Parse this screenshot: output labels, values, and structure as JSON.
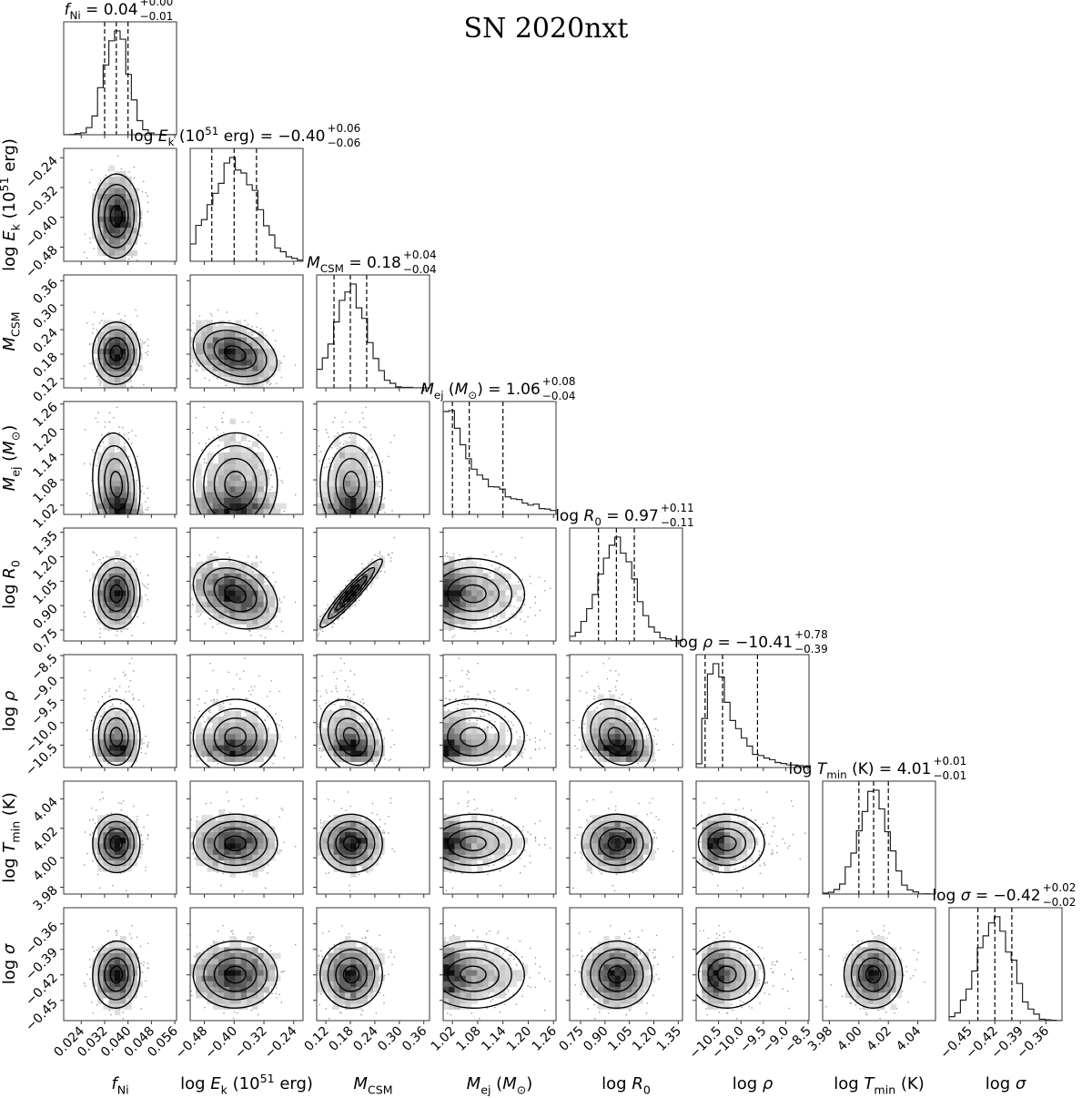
{
  "chart_data": {
    "type": "corner",
    "title": "SN 2020nxt",
    "contour_levels_sigma": [
      0.5,
      1,
      1.5,
      2
    ],
    "parameters": [
      {
        "key": "fNi",
        "label": [
          {
            "t": "f",
            "i": true
          },
          {
            "t": "Ni",
            "sub": true
          }
        ],
        "title_value": "0.04",
        "title_err_hi": "+0.00",
        "title_err_lo": "−0.01",
        "quantiles": [
          0.032,
          0.036,
          0.04
        ],
        "range": [
          0.018,
          0.0566
        ],
        "ticks": [
          0.024,
          0.032,
          0.04,
          0.048,
          0.056
        ],
        "tick_labels": [
          "0.024",
          "0.032",
          "0.040",
          "0.048",
          "0.056"
        ]
      },
      {
        "key": "logEk",
        "label": [
          {
            "t": "log "
          },
          {
            "t": "E",
            "i": true
          },
          {
            "t": "k",
            "sub": true
          },
          {
            "t": " (10"
          },
          {
            "t": "51",
            "sup": true
          },
          {
            "t": " erg)"
          }
        ],
        "title_value": "−0.40",
        "title_err_hi": "+0.06",
        "title_err_lo": "−0.06",
        "quantiles": [
          -0.46,
          -0.4,
          -0.34
        ],
        "range": [
          -0.518,
          -0.215
        ],
        "ticks": [
          -0.48,
          -0.4,
          -0.32,
          -0.24
        ],
        "tick_labels": [
          "−0.48",
          "−0.40",
          "−0.32",
          "−0.24"
        ]
      },
      {
        "key": "MCSM",
        "label": [
          {
            "t": "M",
            "i": true
          },
          {
            "t": "CSM",
            "sub": true
          }
        ],
        "title_value": "0.18",
        "title_err_hi": "+0.04",
        "title_err_lo": "−0.04",
        "quantiles": [
          0.14,
          0.18,
          0.22
        ],
        "range": [
          0.0975,
          0.374
        ],
        "ticks": [
          0.12,
          0.18,
          0.24,
          0.3,
          0.36
        ],
        "tick_labels": [
          "0.12",
          "0.18",
          "0.24",
          "0.30",
          "0.36"
        ]
      },
      {
        "key": "Mej",
        "label": [
          {
            "t": "M",
            "i": true
          },
          {
            "t": "ej",
            "sub": true
          },
          {
            "t": " ("
          },
          {
            "t": "M",
            "i": true
          },
          {
            "t": "⊙",
            "sub": true
          },
          {
            "t": ")"
          }
        ],
        "title_value": "1.06",
        "title_err_hi": "+0.08",
        "title_err_lo": "−0.04",
        "quantiles": [
          1.02,
          1.06,
          1.14
        ],
        "range": [
          0.998,
          1.266
        ],
        "ticks": [
          1.02,
          1.08,
          1.14,
          1.2,
          1.26
        ],
        "tick_labels": [
          "1.02",
          "1.08",
          "1.14",
          "1.20",
          "1.26"
        ]
      },
      {
        "key": "logR0",
        "label": [
          {
            "t": "log "
          },
          {
            "t": "R",
            "i": true
          },
          {
            "t": "0",
            "sub": true
          }
        ],
        "title_value": "0.97",
        "title_err_hi": "+0.11",
        "title_err_lo": "−0.11",
        "quantiles": [
          0.86,
          0.97,
          1.08
        ],
        "range": [
          0.683,
          1.376
        ],
        "ticks": [
          0.75,
          0.9,
          1.05,
          1.2,
          1.35
        ],
        "tick_labels": [
          "0.75",
          "0.90",
          "1.05",
          "1.20",
          "1.35"
        ]
      },
      {
        "key": "logrho",
        "label": [
          {
            "t": "log "
          },
          {
            "t": "ρ",
            "i": true
          }
        ],
        "title_value": "−10.41",
        "title_err_hi": "+0.78",
        "title_err_lo": "−0.39",
        "quantiles": [
          -10.8,
          -10.41,
          -9.63
        ],
        "range": [
          -11.0,
          -8.48
        ],
        "ticks": [
          -10.5,
          -10.0,
          -9.5,
          -9.0,
          -8.5
        ],
        "tick_labels": [
          "−10.5",
          "−10.0",
          "−9.5",
          "−9.0",
          "−8.5"
        ]
      },
      {
        "key": "logTmin",
        "label": [
          {
            "t": "log "
          },
          {
            "t": "T",
            "i": true
          },
          {
            "t": "min",
            "sub": true
          },
          {
            "t": " (K)"
          }
        ],
        "title_value": "4.01",
        "title_err_hi": "+0.01",
        "title_err_lo": "−0.01",
        "quantiles": [
          4.0,
          4.01,
          4.02
        ],
        "range": [
          3.9754,
          4.052
        ],
        "ticks": [
          3.98,
          4.0,
          4.02,
          4.04
        ],
        "tick_labels": [
          "3.98",
          "4.00",
          "4.02",
          "4.04"
        ]
      },
      {
        "key": "logsigma",
        "label": [
          {
            "t": "log "
          },
          {
            "t": "σ",
            "i": true
          }
        ],
        "title_value": "−0.42",
        "title_err_hi": "+0.02",
        "title_err_lo": "−0.02",
        "quantiles": [
          -0.44,
          -0.42,
          -0.4
        ],
        "range": [
          -0.4738,
          -0.341
        ],
        "ticks": [
          -0.45,
          -0.42,
          -0.39,
          -0.36
        ],
        "tick_labels": [
          "−0.45",
          "−0.42",
          "−0.39",
          "−0.36"
        ]
      }
    ]
  }
}
